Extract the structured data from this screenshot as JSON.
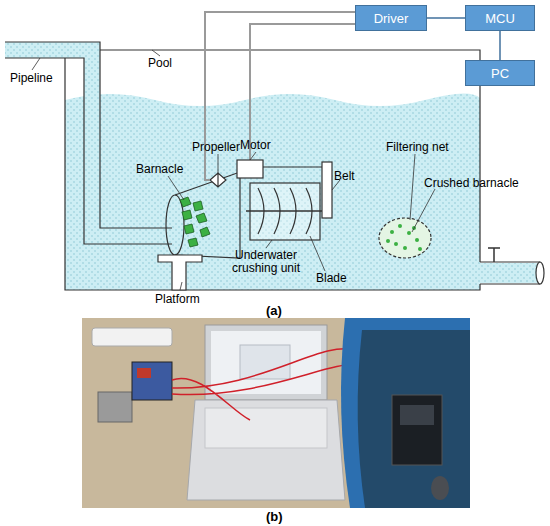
{
  "diagram": {
    "nodes": [
      {
        "text": [
          "Driver"
        ]
      },
      {
        "text": [
          "MCU"
        ]
      },
      {
        "text": [
          "PC"
        ]
      }
    ],
    "edges": [
      {
        "from": 0,
        "to": 1,
        "arrow": "none"
      },
      {
        "from": 1,
        "to": 2,
        "arrow": "none"
      }
    ],
    "labels": [
      "Pipeline",
      "Pool",
      "Barnacle",
      "Propeller",
      "Motor",
      "Belt",
      "Filtering net",
      "Crushed barnacle",
      "Underwater crushing unit",
      "Blade",
      "Platform",
      "(a)",
      "(b)"
    ]
  }
}
